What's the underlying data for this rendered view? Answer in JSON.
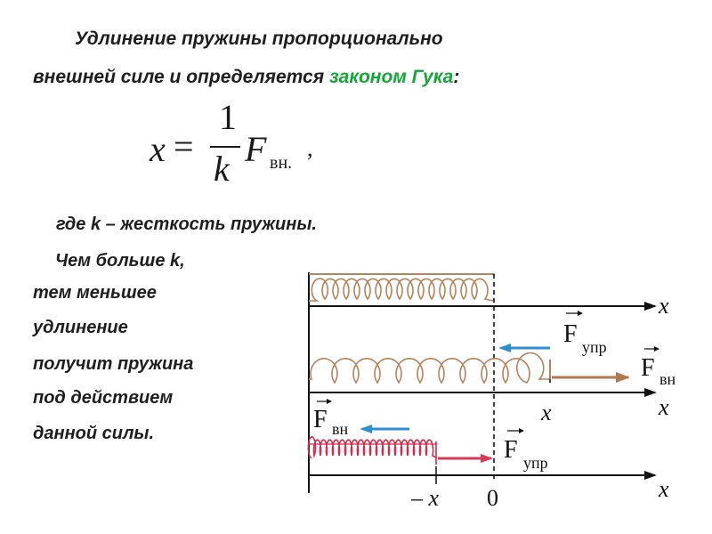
{
  "text": {
    "line1": "Удлинение пружины пропорционально",
    "line2_before": "внешней силе и определяется ",
    "line2_link": "законом Гука",
    "line2_after": ":",
    "where_line": "где   k – жесткость пружины.",
    "lines": [
      "Чем больше k,",
      "тем меньшее",
      "удлинение",
      "получит пружина",
      " под действием",
      "данной силы."
    ]
  },
  "formula": {
    "lhs": "x",
    "eq": "=",
    "numerator": "1",
    "denominator": "k",
    "force": "F",
    "force_sub": "вн.",
    "comma": ","
  },
  "figure": {
    "axis_label": "x",
    "force_F": "F",
    "sub_upr": "упр",
    "sub_vn": "вн",
    "tick_x": "x",
    "tick_neg": "– x",
    "tick_zero": "0"
  },
  "colors": {
    "highlight_green": "#13a638",
    "spring_brown": "#b5835a",
    "spring_red": "#cf2d4b",
    "arrow_blue": "#2e8fd4",
    "arrow_brown": "#b07a50",
    "arrow_red": "#d73a55"
  },
  "icons": {
    "vector_arrow": "right-arrow-icon"
  }
}
